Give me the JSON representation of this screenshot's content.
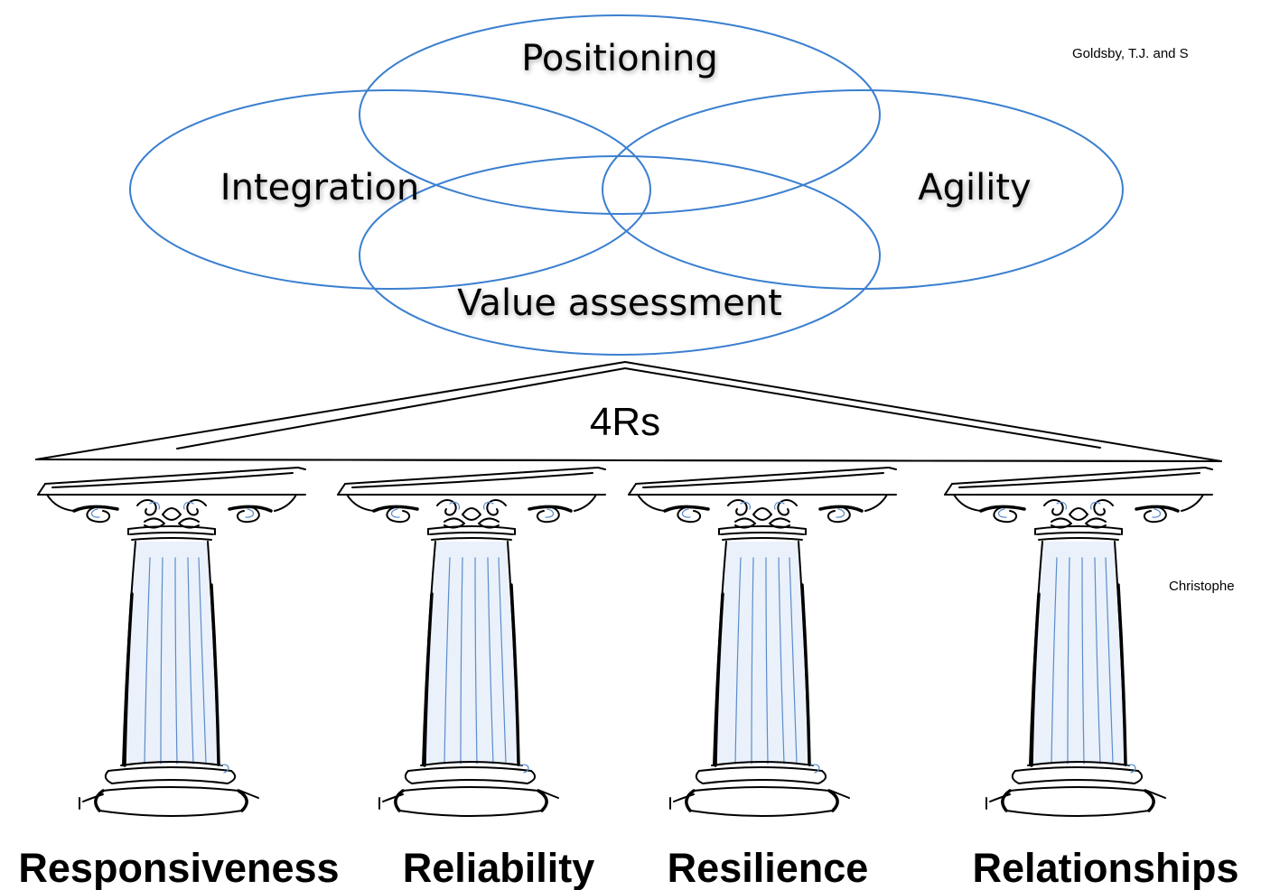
{
  "venn": {
    "top": "Positioning",
    "left": "Integration",
    "right": "Agility",
    "bottom": "Value assessment",
    "stroke_color": "#3a7fd0"
  },
  "roof": {
    "label": "4Rs"
  },
  "pillars": [
    {
      "label": "Responsiveness"
    },
    {
      "label": "Reliability"
    },
    {
      "label": "Resilience"
    },
    {
      "label": "Relationships"
    }
  ],
  "citations": {
    "top": "Goldsby, T.J. and S",
    "side": "Christophe"
  }
}
